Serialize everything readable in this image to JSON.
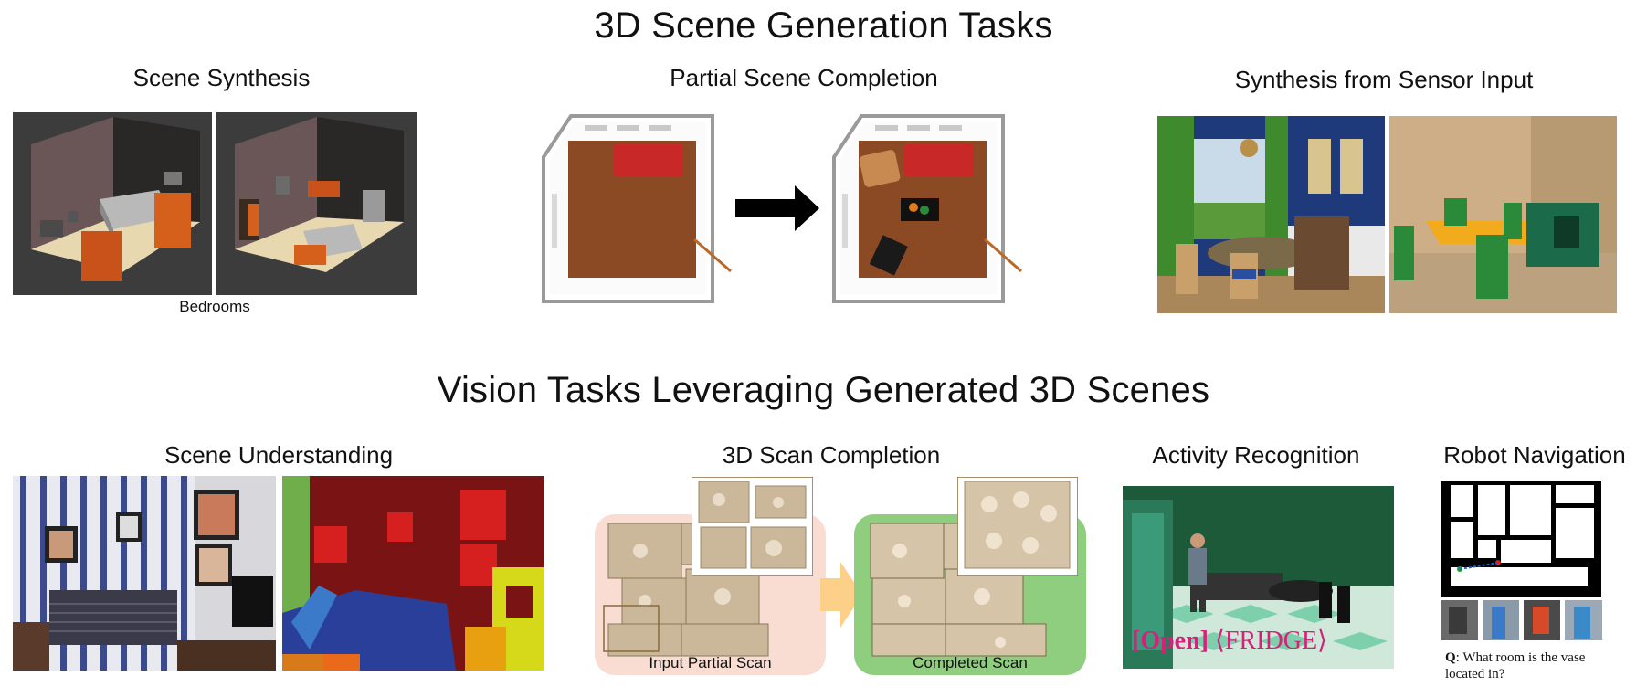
{
  "section_top": {
    "title": "3D Scene Generation Tasks",
    "scene_synthesis": {
      "label": "Scene Synthesis",
      "caption": "Bedrooms"
    },
    "partial_completion": {
      "label": "Partial Scene Completion"
    },
    "sensor_synthesis": {
      "label": "Synthesis from Sensor Input"
    }
  },
  "section_bottom": {
    "title": "Vision Tasks Leveraging Generated 3D Scenes",
    "scene_understanding": {
      "label": "Scene Understanding"
    },
    "scan_completion": {
      "label": "3D Scan Completion",
      "input_caption": "Input Partial Scan",
      "output_caption": "Completed Scan"
    },
    "activity_recognition": {
      "label": "Activity Recognition",
      "action_word": "[Open]",
      "object_word": "⟨FRIDGE⟩"
    },
    "robot_navigation": {
      "label": "Robot Navigation",
      "question_prefix": "Q",
      "question_text": ": What room is the vase",
      "question_line2": "located in?"
    }
  },
  "colors": {
    "accent_magenta": "#d6207a",
    "floor_wood": "#8b4a24",
    "sofa_red": "#c82828",
    "scan_pink_bg": "#f9dcd2",
    "scan_green_bg": "#8fcd7f",
    "arrow_orange": "#fdd08a"
  }
}
